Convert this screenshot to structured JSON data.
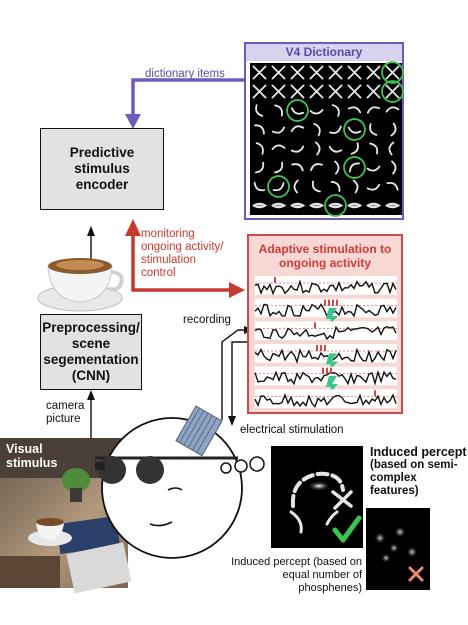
{
  "dictionary": {
    "title": "V4 Dictionary",
    "items_label": "dictionary items"
  },
  "encoder": {
    "title": "Predictive stimulus encoder",
    "line1": "Predictive",
    "line2": "stimulus",
    "line3": "encoder"
  },
  "monitoring": {
    "line1": "monitoring",
    "line2": "ongoing activity/",
    "line3": "stimulation",
    "line4": "control"
  },
  "adaptive": {
    "line1": "Adaptive stimulation to",
    "line2": "ongoing activity"
  },
  "preprocessing": {
    "line1": "Preprocessing/",
    "line2": "scene",
    "line3": "segementation",
    "line4": "(CNN)"
  },
  "labels": {
    "recording": "recording",
    "camera_line1": "camera",
    "camera_line2": "picture",
    "electrical": "electrical stimulation",
    "visual_line1": "Visual",
    "visual_line2": "stimulus"
  },
  "percept_semi": {
    "line1": "Induced percept",
    "line2": "(based on semi-",
    "line3": "complex features)"
  },
  "percept_phos": {
    "line1": "Induced percept (based on",
    "line2": "equal number of phosphenes)"
  },
  "colors": {
    "purple": "#6f5bbf",
    "red": "#c73a2f",
    "green": "#3cc44f",
    "gray_box": "#e2e2e2"
  }
}
